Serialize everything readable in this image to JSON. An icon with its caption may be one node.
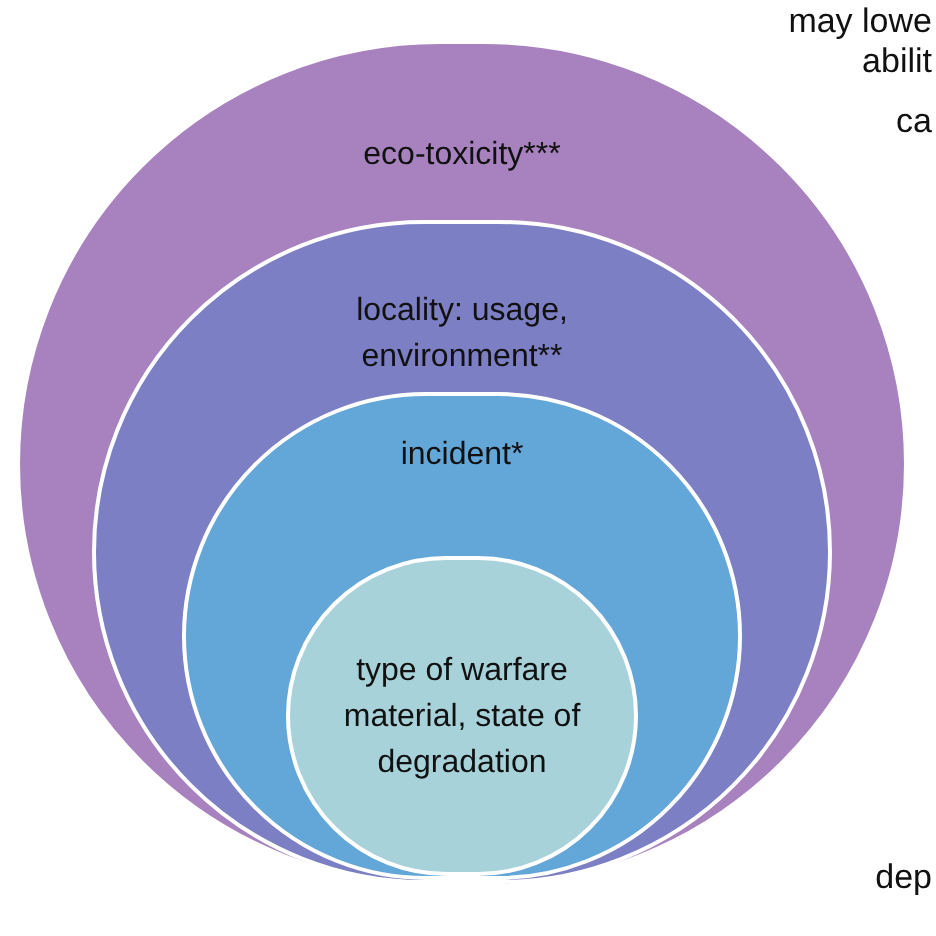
{
  "diagram": {
    "nodes": [
      {
        "text": [
          "eco-toxicity***"
        ]
      },
      {
        "text": [
          "locality: usage, environment**"
        ],
        "in": 0
      },
      {
        "text": [
          "incident*"
        ],
        "in": 1
      },
      {
        "text": [
          "type of warfare material, state of degradation"
        ],
        "in": 2
      }
    ],
    "labels": [
      "may lowe",
      "abilit",
      "ca",
      "dep"
    ]
  }
}
